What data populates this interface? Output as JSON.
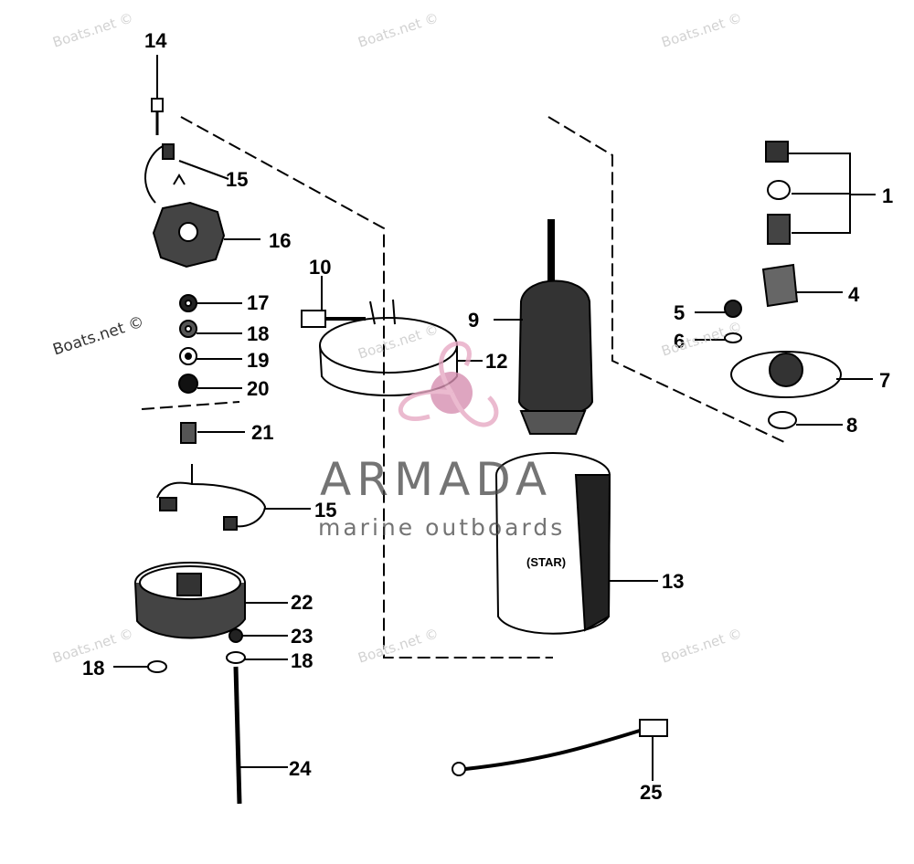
{
  "diagram": {
    "callouts": [
      "14",
      "15",
      "16",
      "10",
      "9",
      "12",
      "1",
      "4",
      "5",
      "6",
      "7",
      "8",
      "17",
      "18",
      "19",
      "20",
      "21",
      "15",
      "13",
      "22",
      "23",
      "18",
      "18",
      "24",
      "25"
    ],
    "housing_label": "(STAR)",
    "brand": {
      "name": "ARMADA",
      "tagline": "marine outboards",
      "color": "#e7a9c4"
    },
    "watermarks": [
      "Boats.net ©",
      "Boats.net ©",
      "Boats.net ©",
      "Boats.net ©",
      "Boats.net ©",
      "Boats.net ©",
      "Boats.net ©",
      "Boats.net ©",
      "Boats.net ©"
    ]
  }
}
